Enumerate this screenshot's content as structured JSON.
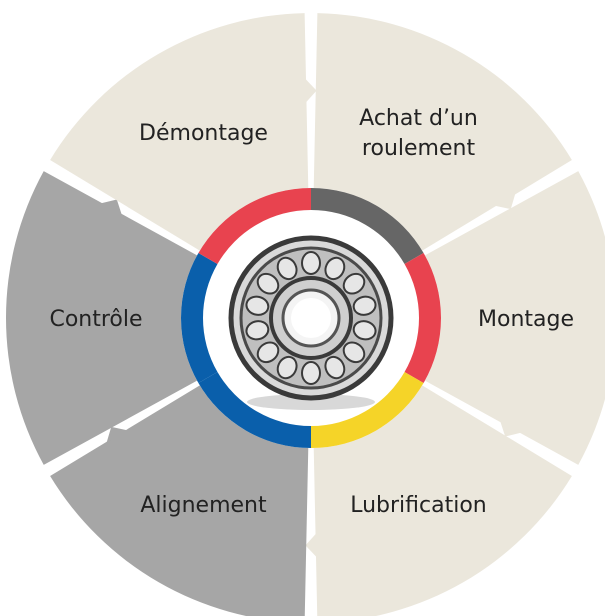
{
  "diagram": {
    "segments": [
      {
        "id": "achat",
        "lines": [
          "Achat d’un",
          "roulement"
        ],
        "fill": "#ebe7dc",
        "ring": "#666666",
        "text": "#222222"
      },
      {
        "id": "montage",
        "lines": [
          "Montage"
        ],
        "fill": "#ebe7dc",
        "ring": "#e8434f",
        "text": "#222222"
      },
      {
        "id": "lubrification",
        "lines": [
          "Lubrification"
        ],
        "fill": "#ebe7dc",
        "ring": "#f5d428",
        "text": "#222222"
      },
      {
        "id": "alignement",
        "lines": [
          "Alignement"
        ],
        "fill": "#a6a6a6",
        "ring": "#0a5fab",
        "text": "#ffffff"
      },
      {
        "id": "controle",
        "lines": [
          "Contrôle"
        ],
        "fill": "#a6a6a6",
        "ring": "#0a5fab",
        "text": "#ffffff"
      },
      {
        "id": "demontage",
        "lines": [
          "Démontage"
        ],
        "fill": "#ebe7dc",
        "ring": "#e8434f",
        "text": "#222222"
      }
    ],
    "center_image": "bearing-icon",
    "colors": {
      "beige": "#ebe7dc",
      "gray": "#a6a6a6",
      "red": "#e8434f",
      "blue": "#0a5fab",
      "yellow": "#f5d428",
      "dark_gray": "#666666"
    }
  }
}
